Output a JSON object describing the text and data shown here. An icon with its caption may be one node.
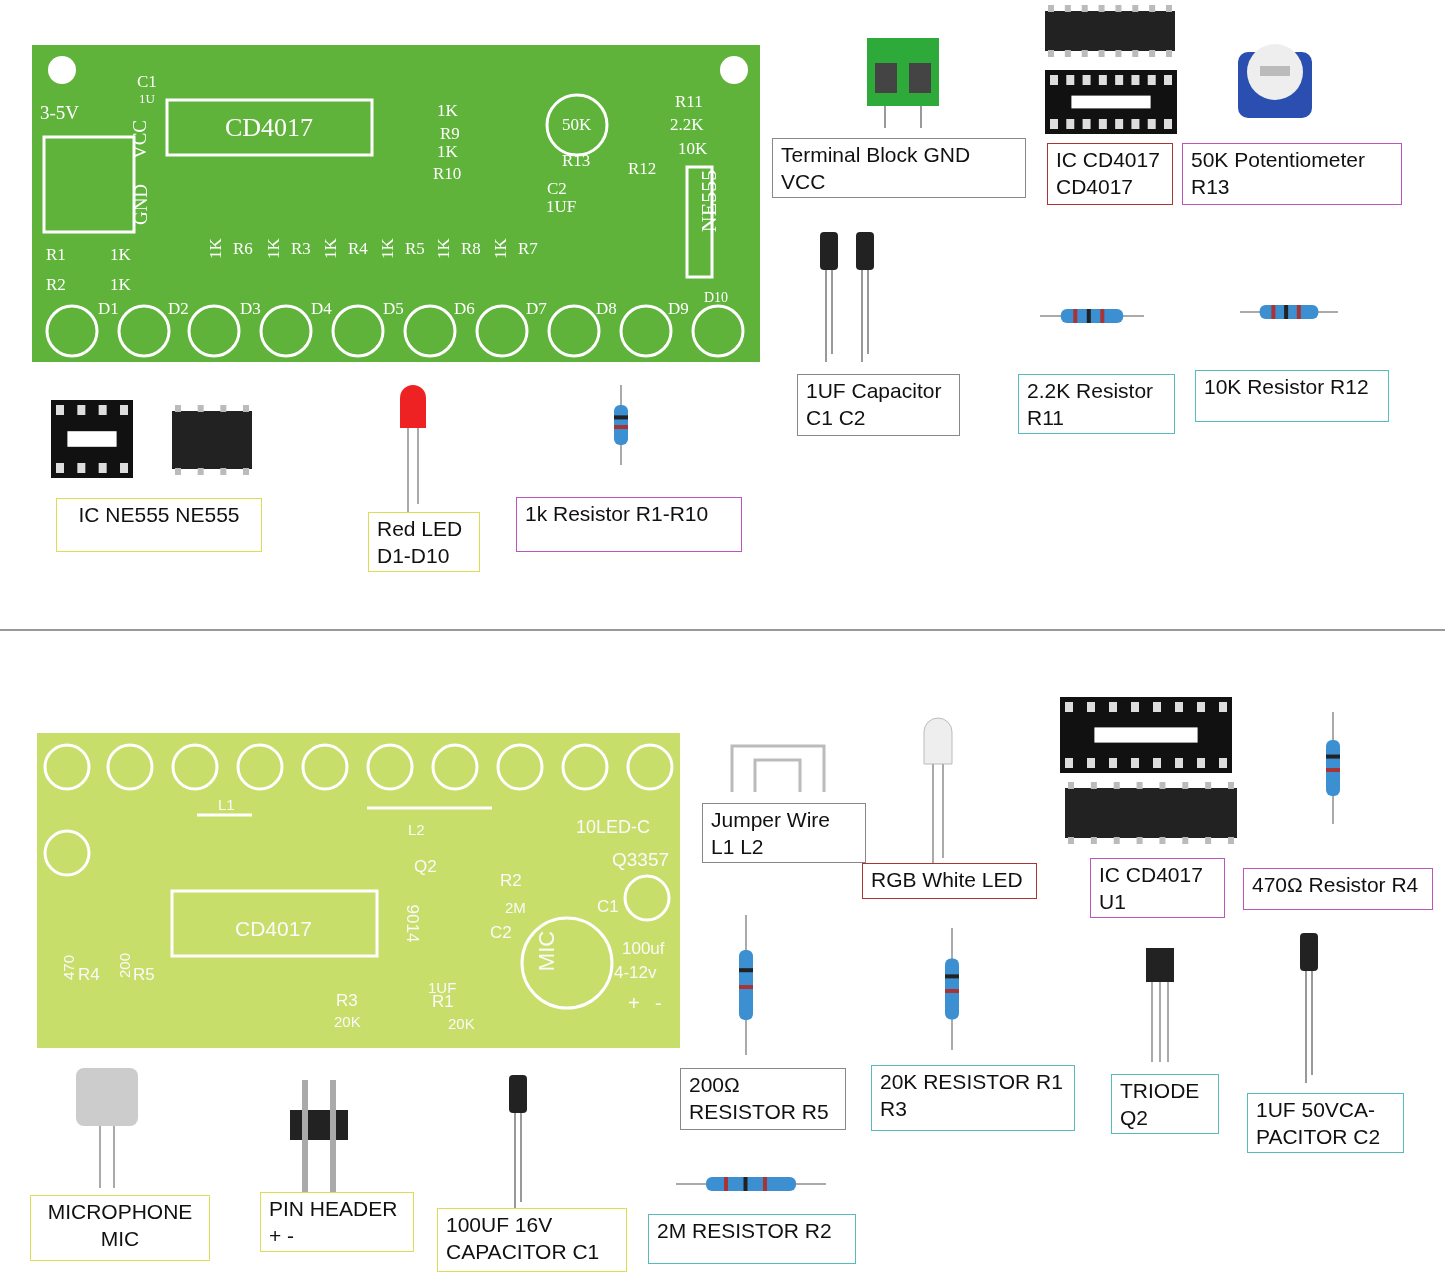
{
  "diagram": {
    "nodes": [
      {
        "text": [
          "Terminal Block GND VCC"
        ]
      },
      {
        "text": [
          "IC CD4017 CD4017"
        ]
      },
      {
        "text": [
          "50K Potentiometer R13"
        ]
      },
      {
        "text": [
          "1UF Capacitor C1 C2"
        ]
      },
      {
        "text": [
          "2.2K Resistor R11"
        ]
      },
      {
        "text": [
          "10K Resistor R12"
        ]
      },
      {
        "text": [
          "IC NE555 NE555"
        ]
      },
      {
        "text": [
          "Red LED D1-D10"
        ]
      },
      {
        "text": [
          "1k Resistor R1-R10"
        ]
      },
      {
        "text": [
          "Jumper Wire L1 L2"
        ]
      },
      {
        "text": [
          "RGB White LED"
        ]
      },
      {
        "text": [
          "IC CD4017 U1"
        ]
      },
      {
        "text": [
          "470Ω  Resistor R4"
        ]
      },
      {
        "text": [
          "200Ω RESISTOR R5"
        ]
      },
      {
        "text": [
          "20K RESISTOR R1 R3"
        ]
      },
      {
        "text": [
          "TRIODE Q2"
        ]
      },
      {
        "text": [
          "1UF 50VCA- PACITOR C2"
        ]
      },
      {
        "text": [
          "MICROPHONE MIC"
        ]
      },
      {
        "text": [
          "PIN HEADER + -"
        ]
      },
      {
        "text": [
          "100UF 16V CAPACITOR C1"
        ]
      },
      {
        "text": [
          "2M RESISTOR R2"
        ]
      }
    ],
    "labels": [
      "C1",
      "1U",
      "3-5V",
      "VCC",
      "GND",
      "CD4017",
      "1K",
      "R9",
      "1K",
      "R10",
      "50K",
      "R13",
      "R11",
      "2.2K",
      "10K",
      "R12",
      "C2",
      "1UF",
      "NE555",
      "R1",
      "1K",
      "R2",
      "1K",
      "1K",
      "R6",
      "1K",
      "R3",
      "1K",
      "R4",
      "1K",
      "R5",
      "1K",
      "R8",
      "1K",
      "R7",
      "D1",
      "D2",
      "D3",
      "D4",
      "D5",
      "D6",
      "D7",
      "D8",
      "D9",
      "D10",
      "L1",
      "L2",
      "10LED-C",
      "Q2",
      "Q3357",
      "9014",
      "R2",
      "2M",
      "C1",
      "C2",
      "100uf",
      "4-12v",
      "CD4017",
      "1UF",
      "MIC",
      "470",
      "R4",
      "200",
      "R5",
      "R3",
      "20K",
      "R1",
      "20K",
      "+",
      "-"
    ]
  }
}
